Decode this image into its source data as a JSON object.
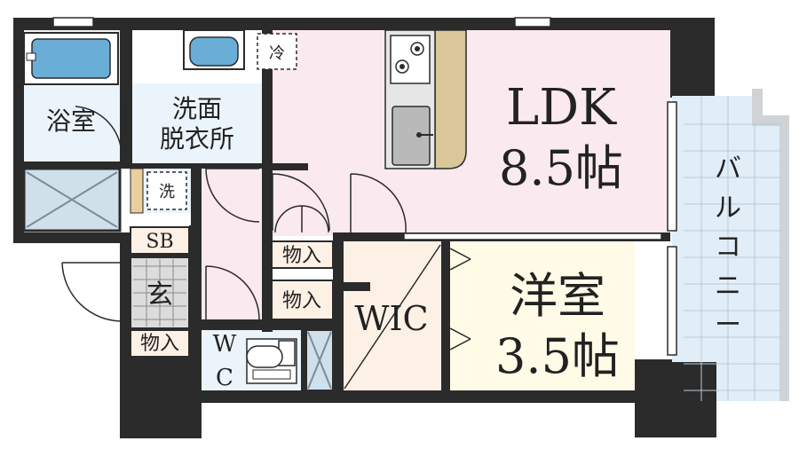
{
  "rooms": {
    "ldk": {
      "name": "LDK",
      "size": "8.5帖"
    },
    "western": {
      "name": "洋室",
      "size": "3.5帖"
    },
    "bath": {
      "name": "浴室"
    },
    "washroom": {
      "line1": "洗面",
      "line2": "脱衣所"
    },
    "wic": {
      "name": "WIC"
    },
    "wc": {
      "line1": "W",
      "line2": "C"
    },
    "balcony": {
      "chars": [
        "バ",
        "ル",
        "コ",
        "ニ",
        "ー"
      ]
    },
    "genkan": {
      "name": "玄"
    }
  },
  "labels": {
    "fridge": "冷",
    "washer": "洗",
    "shoebox": "SB",
    "storage_1": "物入",
    "storage_2": "物入",
    "storage_3": "物入"
  },
  "colors": {
    "wall": "#2b2b2b",
    "ldk_floor": "#fbe9f0",
    "western_floor": "#fffbe7",
    "wet_floor": "#ecf4fb",
    "wic_floor": "#fdf1e6",
    "storage_floor": "#fdf1e6",
    "hall_floor": "#fbe9f0",
    "balcony_floor": "#e1eef7",
    "kitchen_counter": "#d9c79a"
  }
}
